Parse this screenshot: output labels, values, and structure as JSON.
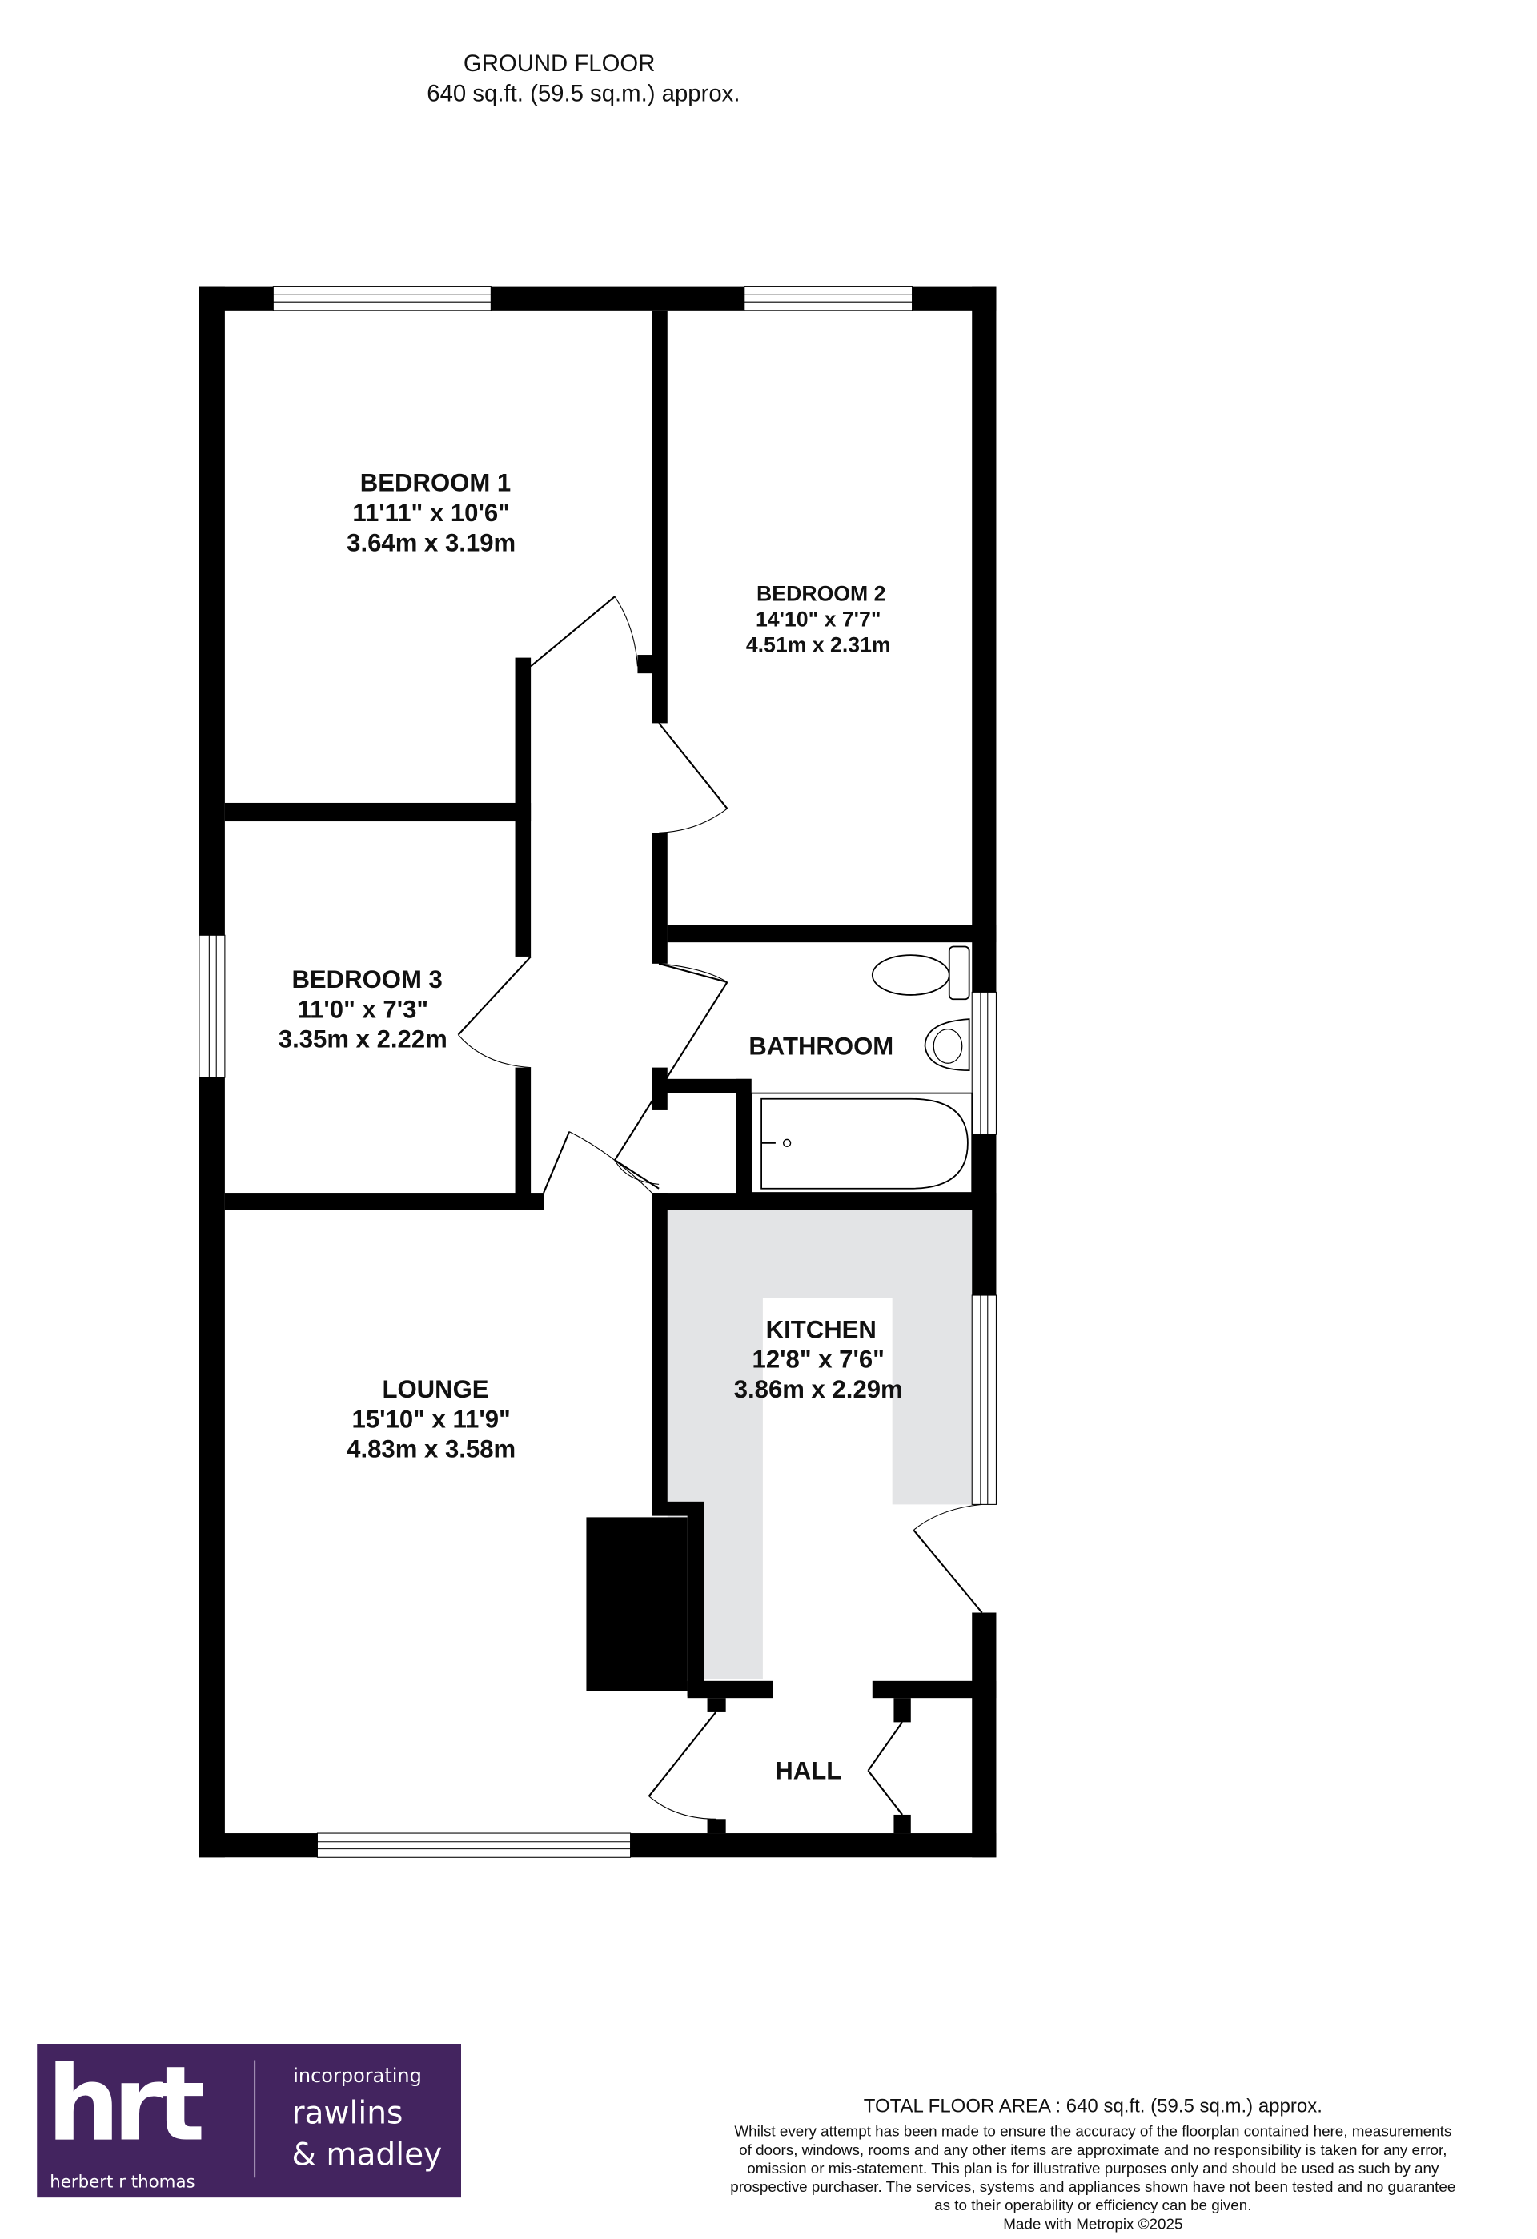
{
  "header": {
    "floor_name": "GROUND FLOOR",
    "floor_area": "640 sq.ft. (59.5 sq.m.) approx."
  },
  "rooms": {
    "bedroom1": {
      "name": "BEDROOM 1",
      "imperial": "11'11\"  x 10'6\"",
      "metric": "3.64m  x 3.19m"
    },
    "bedroom2": {
      "name": "BEDROOM 2",
      "imperial": "14'10\"  x 7'7\"",
      "metric": "4.51m  x 2.31m"
    },
    "bedroom3": {
      "name": "BEDROOM 3",
      "imperial": "11'0\"  x 7'3\"",
      "metric": "3.35m  x 2.22m"
    },
    "bathroom": {
      "name": "BATHROOM"
    },
    "kitchen": {
      "name": "KITCHEN",
      "imperial": "12'8\"  x 7'6\"",
      "metric": "3.86m  x 2.29m"
    },
    "lounge": {
      "name": "LOUNGE",
      "imperial": "15'10\"  x 11'9\"",
      "metric": "4.83m  x 3.58m"
    },
    "hall": {
      "name": "HALL"
    }
  },
  "footer": {
    "total_area": "TOTAL FLOOR AREA : 640 sq.ft. (59.5 sq.m.) approx.",
    "disclaimer_lines": [
      "Whilst every attempt has been made to ensure the accuracy of the floorplan contained here, measurements",
      "of doors, windows, rooms and any other items are approximate and no responsibility is taken for any error,",
      "omission or mis-statement. This plan is for illustrative purposes only and should be used as such by any",
      "prospective purchaser. The services, systems and appliances shown have not been tested and no guarantee",
      "as to their operability or efficiency can be given."
    ],
    "made_with": "Made with Metropix ©2025"
  },
  "logo": {
    "mark": "hrt",
    "company": "herbert r thomas",
    "incorporating": "incorporating",
    "partner_line1": "rawlins",
    "partner_line2": "& madley",
    "color": "#43245f"
  },
  "colors": {
    "kitchen_fill": "#e3e4e6",
    "wall": "#000000"
  }
}
